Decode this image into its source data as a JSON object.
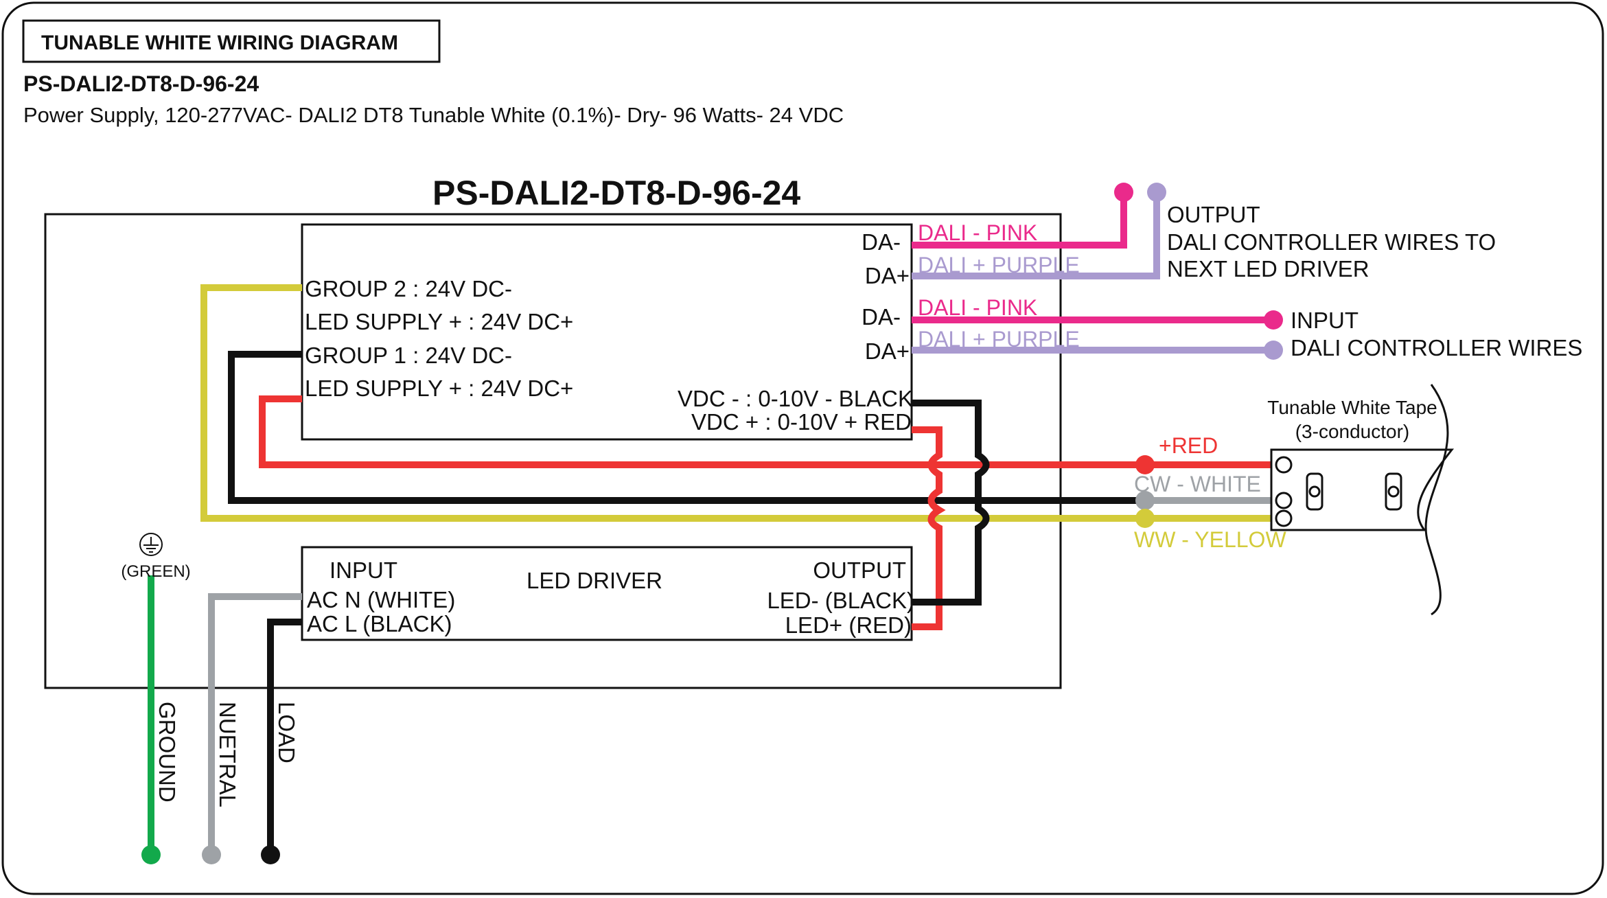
{
  "header": {
    "badge": "TUNABLE WHITE WIRING DIAGRAM",
    "model": "PS-DALI2-DT8-D-96-24",
    "description": "Power Supply, 120-277VAC- DALI2 DT8 Tunable White (0.1%)- Dry- 96 Watts- 24 VDC"
  },
  "enclosure": {
    "title": "PS-DALI2-DT8-D-96-24"
  },
  "dali_module": {
    "group2": "GROUP 2 : 24V DC-",
    "supply_plus_1": "LED SUPPLY + : 24V DC+",
    "group1": "GROUP 1 : 24V DC-",
    "supply_plus_2": "LED SUPPLY + : 24V DC+",
    "da_minus_out": "DA-",
    "da_plus_out": "DA+",
    "da_minus_in": "DA-",
    "da_plus_in": "DA+",
    "vdc_minus": "VDC - : 0-10V - BLACK",
    "vdc_plus": "VDC + : 0-10V + RED"
  },
  "wire_labels": {
    "dali_pink_out": "DALI - PINK",
    "dali_purple_out": "DALI + PURPLE",
    "dali_pink_in": "DALI - PINK",
    "dali_purple_in": "DALI + PURPLE",
    "red": "+RED",
    "cw_white": "CW - WHITE",
    "ww_yellow": "WW - YELLOW"
  },
  "output_note": {
    "line1": "OUTPUT",
    "line2": "DALI CONTROLLER WIRES TO",
    "line3": "NEXT LED DRIVER"
  },
  "input_note": {
    "line1": "INPUT",
    "line2": "DALI CONTROLLER WIRES"
  },
  "tape": {
    "line1": "Tunable White Tape",
    "line2": "(3-conductor)"
  },
  "led_driver": {
    "input": "INPUT",
    "title": "LED DRIVER",
    "output": "OUTPUT",
    "ac_n": "AC N (WHITE)",
    "ac_l": "AC L (BLACK)",
    "led_minus": "LED- (BLACK)",
    "led_plus": "LED+ (RED)"
  },
  "ground": {
    "symbol_label": "(GREEN)"
  },
  "mains": {
    "ground": "GROUND",
    "neutral": "NUETRAL",
    "load": "LOAD"
  },
  "colors": {
    "pink": "#EA2A8B",
    "purple": "#A99ACF",
    "red": "#EE3433",
    "black": "#111111",
    "yellow": "#D3CB3A",
    "gray": "#9EA2A6",
    "green": "#12A94B"
  }
}
